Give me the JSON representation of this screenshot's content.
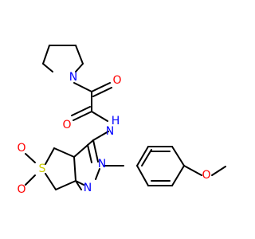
{
  "molecule": {
    "atoms": {
      "pyrrolidine_n": {
        "symbol": "N"
      },
      "keto_o": {
        "symbol": "O"
      },
      "amide_o": {
        "symbol": "O"
      },
      "amide_nh": {
        "symbol": "H",
        "n_symbol": "N"
      },
      "sulfur": {
        "symbol": "S"
      },
      "sulfone_o1": {
        "symbol": "O"
      },
      "sulfone_o2": {
        "symbol": "O"
      },
      "pyrazole_n1": {
        "symbol": "N"
      },
      "pyrazole_n2": {
        "symbol": "N"
      },
      "methoxy_o": {
        "symbol": "O"
      }
    },
    "colors": {
      "carbon": "#000000",
      "nitrogen": "#0000ff",
      "oxygen": "#ff0000",
      "sulfur": "#cccc00"
    }
  }
}
